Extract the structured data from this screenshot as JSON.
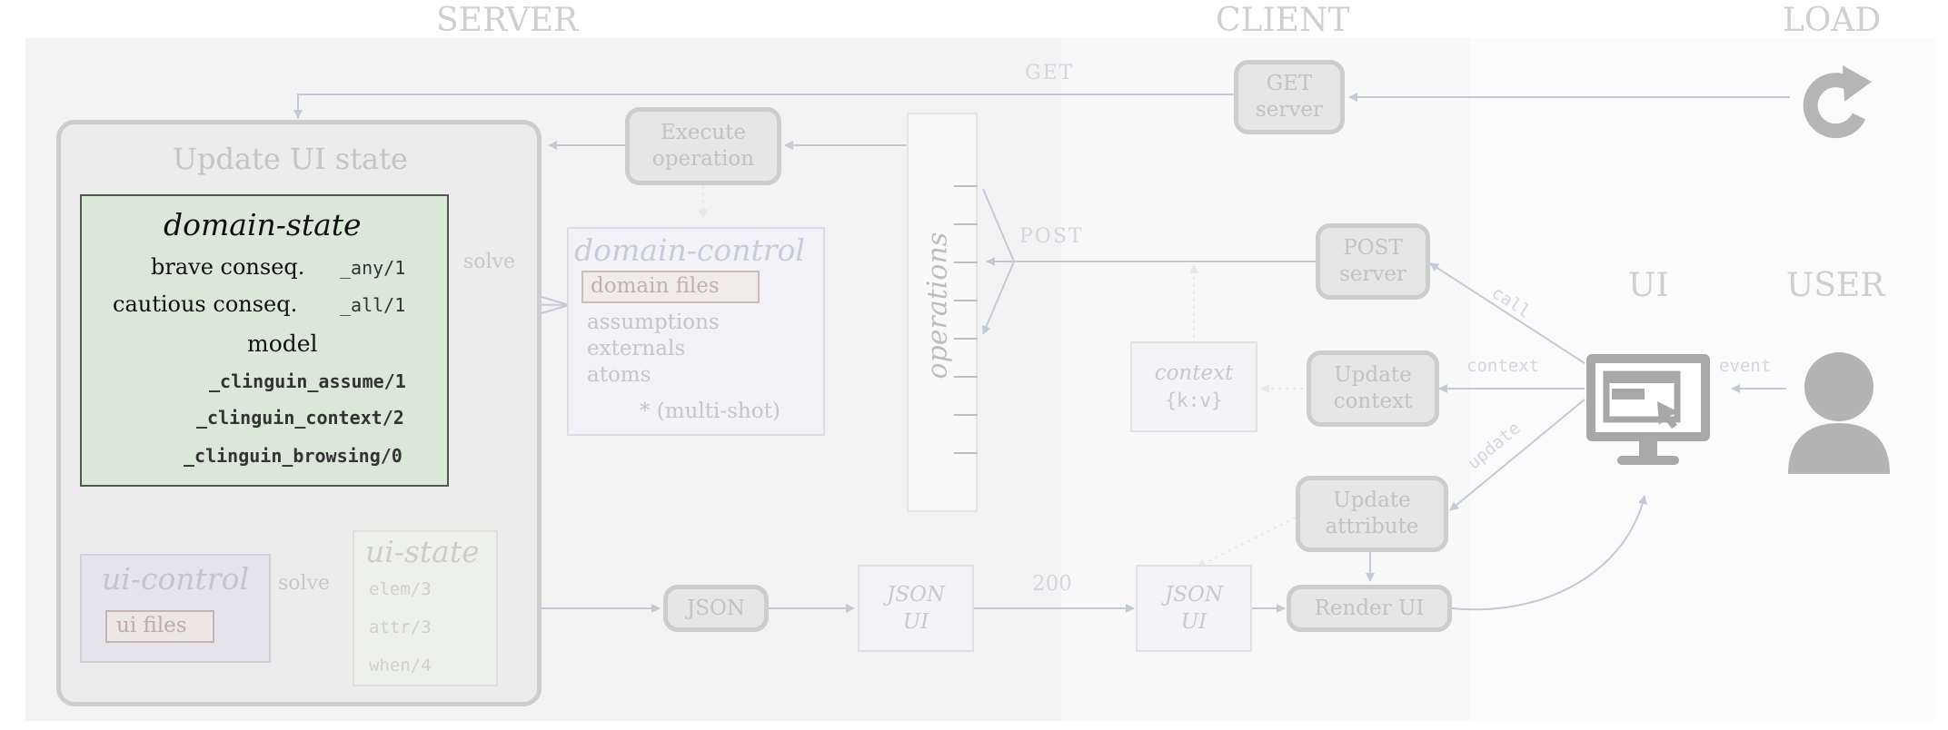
{
  "columns": {
    "server": "SERVER",
    "client": "CLIENT",
    "load": "LOAD",
    "ui": "UI",
    "user": "USER"
  },
  "server": {
    "panel_title": "Update UI state",
    "domain_state": {
      "title": "domain-state",
      "brave_label": "brave conseq.",
      "brave_pred": "_any/1",
      "cautious_label": "cautious conseq.",
      "cautious_pred": "_all/1",
      "model_label": "model",
      "model_preds": [
        "_clinguin_assume/1",
        "_clinguin_context/2",
        "_clinguin_browsing/0"
      ]
    },
    "solve_label_domain": "solve",
    "domain_control": {
      "title": "domain-control",
      "files": "domain files",
      "items": [
        "assumptions",
        "externals",
        "atoms"
      ],
      "note": "* (multi-shot)"
    },
    "ui_control": {
      "title": "ui-control",
      "files": "ui files"
    },
    "solve_label_ui": "solve",
    "ui_state": {
      "title": "ui-state",
      "items": [
        "elem/3",
        "attr/3",
        "when/4"
      ]
    },
    "execute_operation": [
      "Execute",
      "operation"
    ],
    "json": "JSON",
    "operations": "operations"
  },
  "client": {
    "get_server": [
      "GET",
      "server"
    ],
    "post_server": [
      "POST",
      "server"
    ],
    "update_context": [
      "Update",
      "context"
    ],
    "update_attribute": [
      "Update",
      "attribute"
    ],
    "render_ui": "Render UI",
    "context_box": {
      "title": "context",
      "value": "{k:v}"
    },
    "json_ui_1": [
      "JSON",
      "UI"
    ],
    "json_ui_2": [
      "JSON",
      "UI"
    ]
  },
  "edges": {
    "get": "GET",
    "post": "POST",
    "call": "call",
    "context": "context",
    "update": "update",
    "event": "event",
    "status_200": "200"
  },
  "icons": {
    "load": "reload-icon",
    "ui": "monitor-icon",
    "user": "user-icon"
  }
}
